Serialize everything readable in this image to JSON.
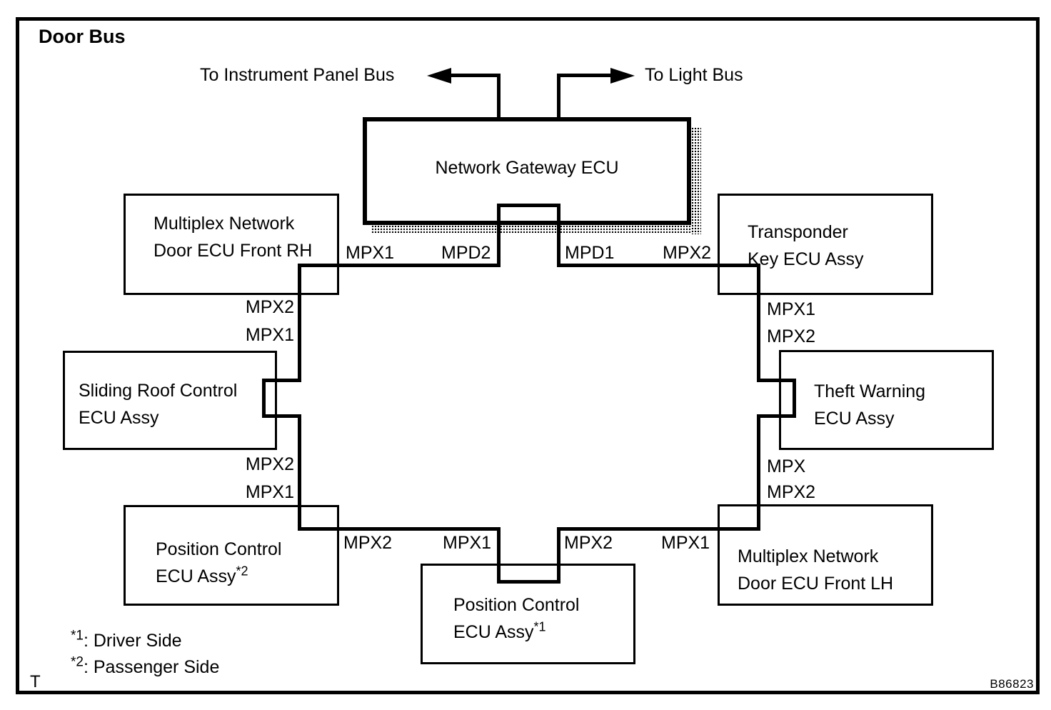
{
  "title": "Door Bus",
  "colors": {
    "ink": "#000000",
    "background": "#ffffff"
  },
  "external_buses": {
    "left": {
      "label": "To Instrument Panel Bus",
      "direction": "left-arrow"
    },
    "right": {
      "label": "To Light Bus",
      "direction": "right-arrow"
    }
  },
  "nodes": {
    "gateway": {
      "line1": "Network Gateway ECU"
    },
    "door_rh": {
      "line1": "Multiplex Network",
      "line2": "Door ECU Front RH"
    },
    "transponder": {
      "line1": "Transponder",
      "line2": "Key ECU Assy"
    },
    "sliding_roof": {
      "line1": "Sliding Roof Control",
      "line2": "ECU Assy"
    },
    "theft_warning": {
      "line1": "Theft Warning",
      "line2": "ECU Assy"
    },
    "position_control_2": {
      "line1": "Position Control",
      "line2": "ECU Assy",
      "sup": "*2"
    },
    "position_control_1": {
      "line1": "Position Control",
      "line2": "ECU Assy",
      "sup": "*1"
    },
    "door_lh": {
      "line1": "Multiplex Network",
      "line2": "Door ECU Front LH"
    }
  },
  "port_labels": {
    "top_left_1": "MPX1",
    "top_left_2": "MPD2",
    "top_right_1": "MPD1",
    "top_right_2": "MPX2",
    "left_upper_1": "MPX2",
    "left_upper_2": "MPX1",
    "left_lower_1": "MPX2",
    "left_lower_2": "MPX1",
    "right_upper_1": "MPX1",
    "right_upper_2": "MPX2",
    "right_lower_1": "MPX",
    "right_lower_2": "MPX2",
    "bottom_1": "MPX2",
    "bottom_2": "MPX1",
    "bottom_3": "MPX2",
    "bottom_4": "MPX1"
  },
  "footnotes": [
    {
      "sup": "*1",
      "text": ": Driver Side"
    },
    {
      "sup": "*2",
      "text": ": Passenger Side"
    }
  ],
  "corner_letter": "T",
  "figure_code": "B86823"
}
